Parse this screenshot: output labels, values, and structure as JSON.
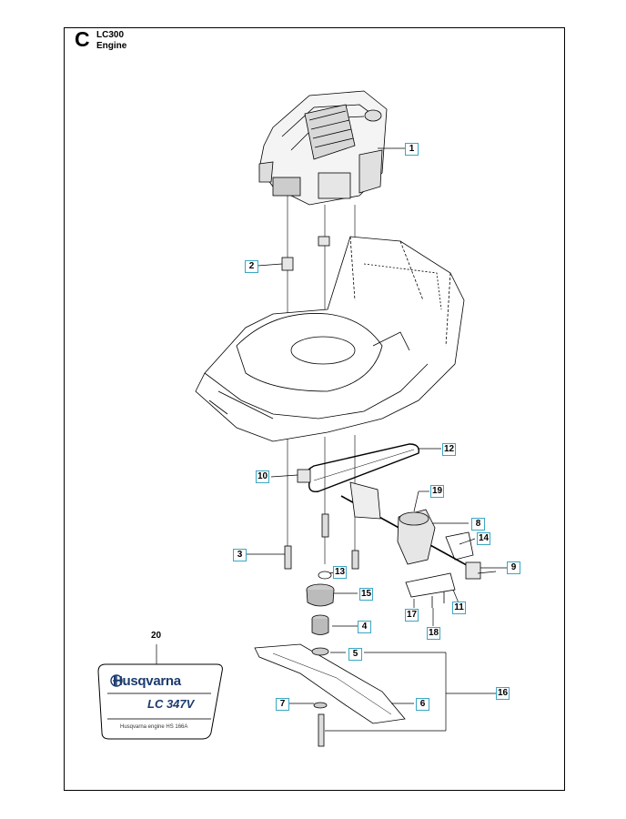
{
  "header": {
    "section_letter": "C",
    "model": "LC300",
    "subtitle": "Engine"
  },
  "callouts": [
    {
      "id": "c1",
      "label": "1"
    },
    {
      "id": "c2",
      "label": "2"
    },
    {
      "id": "c3",
      "label": "3"
    },
    {
      "id": "c4",
      "label": "4"
    },
    {
      "id": "c5",
      "label": "5"
    },
    {
      "id": "c6",
      "label": "6"
    },
    {
      "id": "c7",
      "label": "7"
    },
    {
      "id": "c8",
      "label": "8"
    },
    {
      "id": "c9",
      "label": "9"
    },
    {
      "id": "c10",
      "label": "10"
    },
    {
      "id": "c11",
      "label": "11"
    },
    {
      "id": "c12",
      "label": "12"
    },
    {
      "id": "c13",
      "label": "13"
    },
    {
      "id": "c14",
      "label": "14"
    },
    {
      "id": "c15",
      "label": "15"
    },
    {
      "id": "c16",
      "label": "16"
    },
    {
      "id": "c17",
      "label": "17"
    },
    {
      "id": "c18",
      "label": "18"
    },
    {
      "id": "c19",
      "label": "19"
    }
  ],
  "decal": {
    "number": "20",
    "brand": "Husqvarna",
    "model": "LC 347V",
    "caption": "Husqvarna engine HS 166A"
  },
  "colors": {
    "callout_border": "#3aa6c4",
    "brand_blue": "#1c3b6e",
    "line": "#000000"
  }
}
